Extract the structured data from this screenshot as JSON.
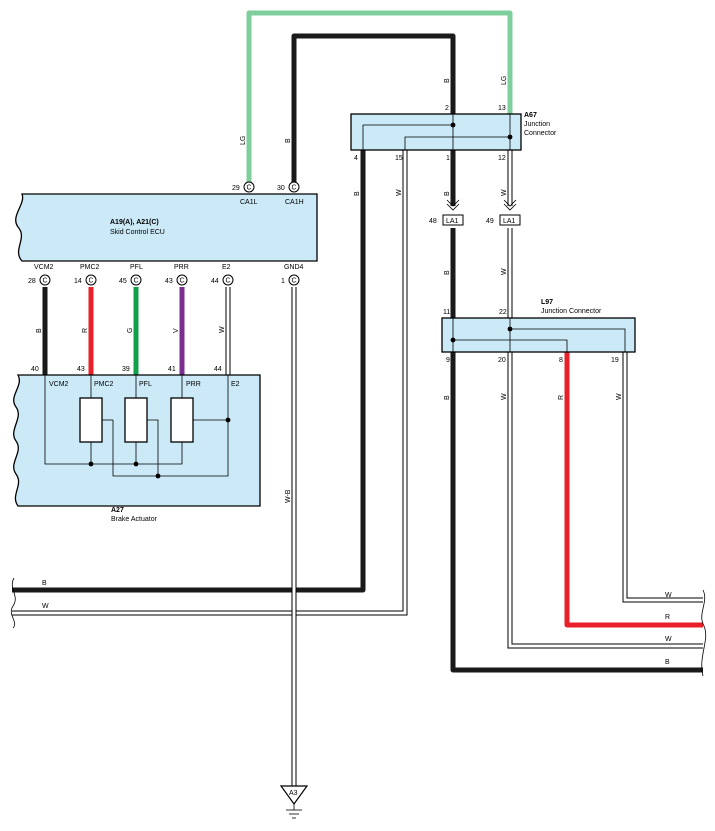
{
  "ecu": {
    "name": "A19(A), A21(C)",
    "desc": "Skid Control ECU",
    "top_pins": [
      {
        "num": "29",
        "conn": "C",
        "name": "CA1L"
      },
      {
        "num": "30",
        "conn": "C",
        "name": "CA1H"
      }
    ],
    "bottom_pins": [
      {
        "num": "28",
        "conn": "C",
        "name": "VCM2"
      },
      {
        "num": "14",
        "conn": "C",
        "name": "PMC2"
      },
      {
        "num": "45",
        "conn": "C",
        "name": "PFL"
      },
      {
        "num": "43",
        "conn": "C",
        "name": "PRR"
      },
      {
        "num": "44",
        "conn": "C",
        "name": "E2"
      },
      {
        "num": "1",
        "conn": "C",
        "name": "GND4"
      }
    ]
  },
  "actuator": {
    "name": "A27",
    "desc": "Brake Actuator",
    "pins": [
      {
        "num": "40",
        "name": "VCM2"
      },
      {
        "num": "43",
        "name": "PMC2"
      },
      {
        "num": "39",
        "name": "PFL"
      },
      {
        "num": "41",
        "name": "PRR"
      },
      {
        "num": "44",
        "name": "E2"
      }
    ]
  },
  "a67": {
    "name": "A67",
    "desc_line1": "Junction",
    "desc_line2": "Connector",
    "top_pins": [
      "2",
      "13"
    ],
    "bottom_pins": [
      "4",
      "15",
      "1",
      "12"
    ]
  },
  "l97": {
    "name": "L97",
    "desc": "Junction Connector",
    "top_pins": [
      "11",
      "22"
    ],
    "bottom_pins": [
      "9",
      "20",
      "8",
      "19"
    ]
  },
  "la1": {
    "label": "LA1",
    "pins": [
      "48",
      "49"
    ]
  },
  "ground": {
    "label": "A3"
  },
  "wire_colors": {
    "lg": "LG",
    "b": "B",
    "w": "W",
    "r": "R",
    "g": "G",
    "v": "V",
    "wb": "W-B"
  },
  "bus": {
    "left": [
      "B",
      "W"
    ],
    "right": [
      "W",
      "R",
      "W",
      "B"
    ]
  },
  "colors": {
    "box_fill": "#cbe9f7",
    "black_wire": "#1a1a1a",
    "lg_wire": "#7fcf9c",
    "red_wire": "#e8202a",
    "green_wire": "#12a04a",
    "violet_wire": "#7b2d91"
  }
}
